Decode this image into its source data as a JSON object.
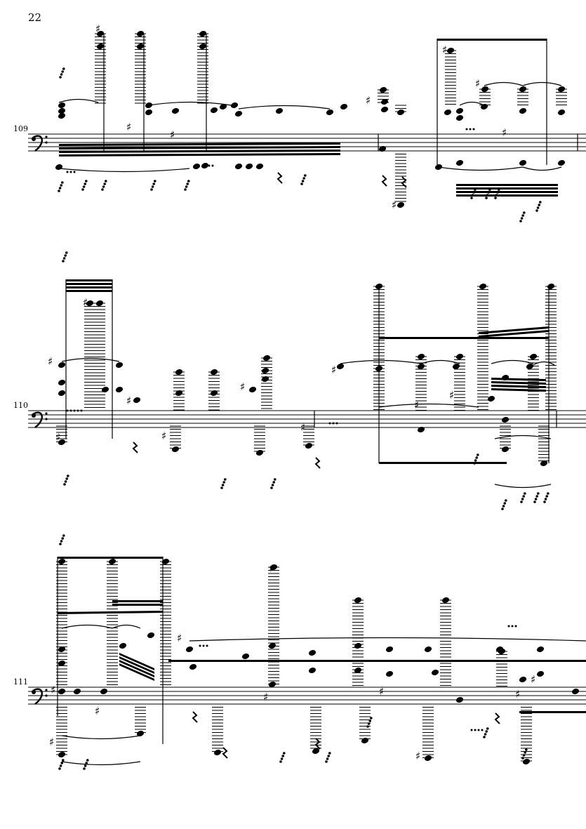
{
  "page": {
    "number": "22"
  },
  "systems": [
    {
      "measure_number": "109",
      "clef": "bass"
    },
    {
      "measure_number": "110",
      "clef": "bass"
    },
    {
      "measure_number": "111",
      "clef": "bass"
    }
  ],
  "colors": {
    "ink": "#000000",
    "paper": "#ffffff"
  }
}
